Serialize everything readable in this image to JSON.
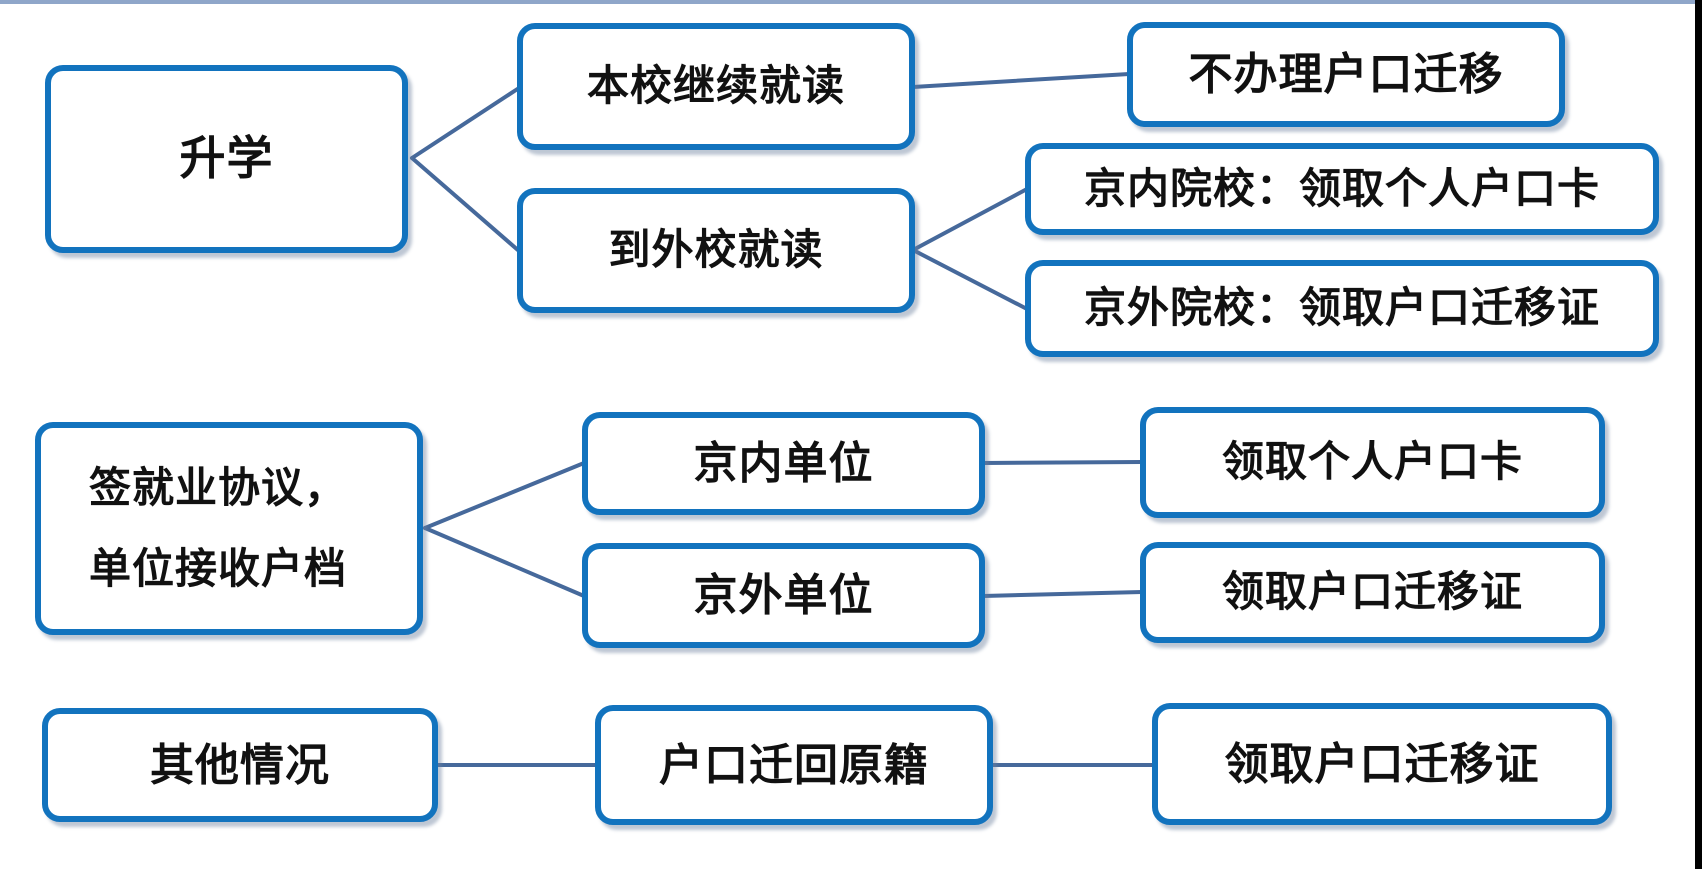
{
  "colors": {
    "box_border": "#1273BE",
    "box_fill": "#FFFFFF",
    "connector": "#46699B",
    "top_line": "#8FA6C9",
    "edge_line": "#000000",
    "text": "#111111",
    "page_bg": "#FFFFFF"
  },
  "diagram": {
    "nodes": {
      "further_study": "升学",
      "stay_same_school": "本校继续就读",
      "study_other_school": "到外校就读",
      "no_hukou_transfer": "不办理户口迁移",
      "beijing_college": "京内院校：领取个人户口卡",
      "nonbeijing_college": "京外院校：领取户口迁移证",
      "sign_agreement_line1": "签就业协议，",
      "sign_agreement_line2": "单位接收户档",
      "beijing_employer": "京内单位",
      "nonbeijing_employer": "京外单位",
      "receive_personal_card": "领取个人户口卡",
      "receive_transfer_cert": "领取户口迁移证",
      "other_cases": "其他情况",
      "hukou_return_origin": "户口迁回原籍",
      "receive_transfer_cert_2": "领取户口迁移证"
    },
    "edges": [
      {
        "from": "further_study",
        "to": "stay_same_school"
      },
      {
        "from": "further_study",
        "to": "study_other_school"
      },
      {
        "from": "stay_same_school",
        "to": "no_hukou_transfer"
      },
      {
        "from": "study_other_school",
        "to": "beijing_college"
      },
      {
        "from": "study_other_school",
        "to": "nonbeijing_college"
      },
      {
        "from": "sign_agreement",
        "to": "beijing_employer"
      },
      {
        "from": "sign_agreement",
        "to": "nonbeijing_employer"
      },
      {
        "from": "beijing_employer",
        "to": "receive_personal_card"
      },
      {
        "from": "nonbeijing_employer",
        "to": "receive_transfer_cert"
      },
      {
        "from": "other_cases",
        "to": "hukou_return_origin"
      },
      {
        "from": "hukou_return_origin",
        "to": "receive_transfer_cert_2"
      }
    ]
  }
}
